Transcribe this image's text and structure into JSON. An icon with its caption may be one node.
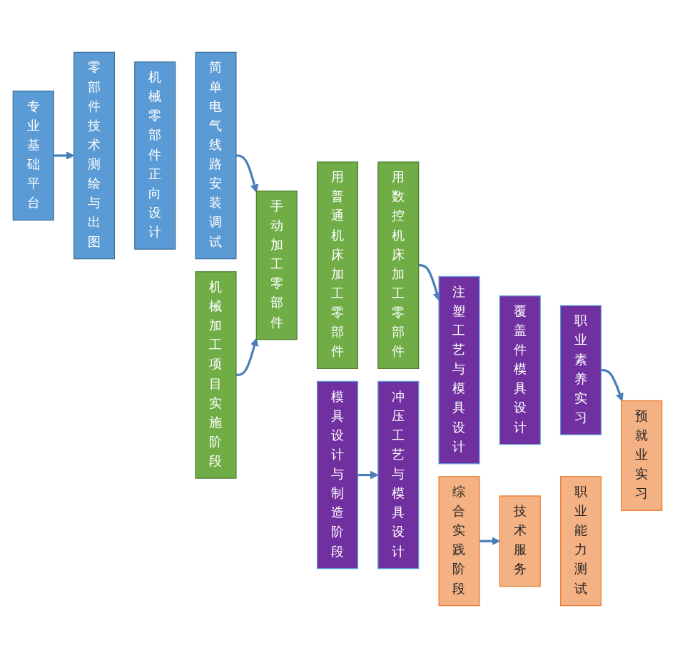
{
  "diagram": {
    "nodes": [
      {
        "text": [
          "专业基础平台"
        ]
      },
      {
        "text": [
          "零部件技术测绘与出图"
        ]
      },
      {
        "text": [
          "机械零部件正向设计"
        ]
      },
      {
        "text": [
          "简单电气线路安装调试"
        ]
      },
      {
        "text": [
          "机械加工项目实施阶段"
        ]
      },
      {
        "text": [
          "手动加工零部件"
        ]
      },
      {
        "text": [
          "用普通机床加工零部件"
        ]
      },
      {
        "text": [
          "用数控机床加工零部件"
        ]
      },
      {
        "text": [
          "模具设计与制造阶段"
        ]
      },
      {
        "text": [
          "冲压工艺与模具设计"
        ]
      },
      {
        "text": [
          "注塑工艺与模具设计"
        ]
      },
      {
        "text": [
          "覆盖件模具设计"
        ]
      },
      {
        "text": [
          "职业素养实习"
        ]
      },
      {
        "text": [
          "综合实践阶段"
        ]
      },
      {
        "text": [
          "技术服务"
        ]
      },
      {
        "text": [
          "职业能力测试"
        ]
      },
      {
        "text": [
          "预就业实习"
        ]
      }
    ],
    "edges": [
      {
        "from": 0,
        "to": 1,
        "arrow": "to"
      },
      {
        "from": 3,
        "to": 5,
        "arrow": "to"
      },
      {
        "from": 4,
        "to": 5,
        "arrow": "to"
      },
      {
        "from": 7,
        "to": 10,
        "arrow": "to"
      },
      {
        "from": 8,
        "to": 9,
        "arrow": "to"
      },
      {
        "from": 12,
        "to": 16,
        "arrow": "to"
      },
      {
        "from": 13,
        "to": 14,
        "arrow": "to"
      }
    ]
  }
}
